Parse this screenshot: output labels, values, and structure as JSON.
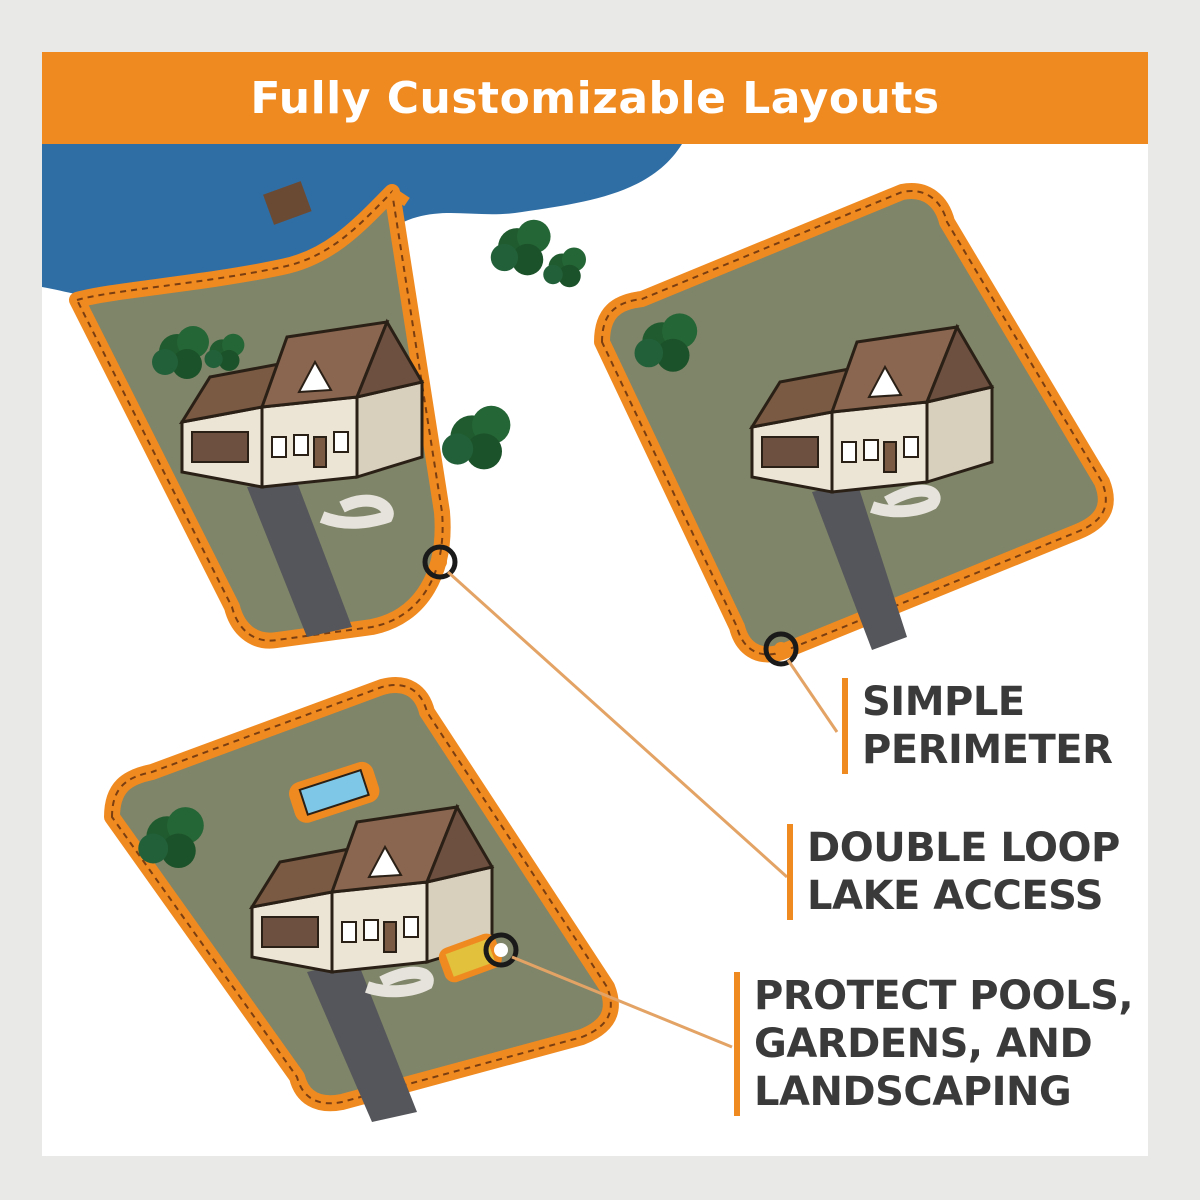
{
  "title": "Fully Customizable Layouts",
  "colors": {
    "accent": "#ef8a21",
    "lawn": "#7f8568",
    "water": "#2f6ea5",
    "label_text": "#3a3a3a"
  },
  "callouts": [
    {
      "lines": [
        "SIMPLE",
        "PERIMETER"
      ]
    },
    {
      "lines": [
        "DOUBLE LOOP",
        "LAKE ACCESS"
      ]
    },
    {
      "lines": [
        "PROTECT POOLS,",
        "GARDENS, AND",
        "LANDSCAPING"
      ]
    }
  ]
}
